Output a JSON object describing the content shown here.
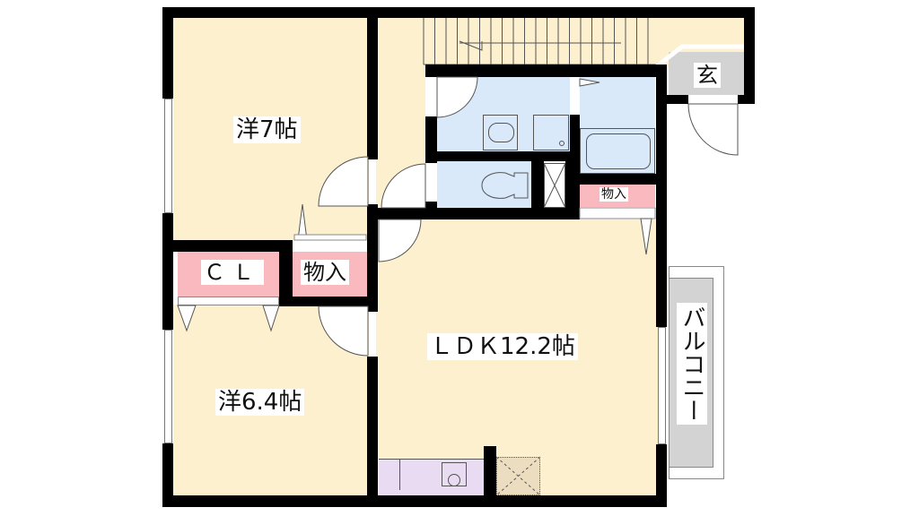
{
  "floorplan": {
    "rooms": {
      "western_7": {
        "label": "洋7帖"
      },
      "western_6_4": {
        "label": "洋6.4帖"
      },
      "ldk": {
        "label": "ＬＤＫ12.2帖"
      },
      "closet": {
        "label": "ＣＬ"
      },
      "storage_left": {
        "label": "物入"
      },
      "storage_right": {
        "label": "物入"
      },
      "entrance": {
        "label": "玄"
      },
      "balcony": {
        "label": "バルコニー"
      }
    },
    "colors": {
      "wall": "#000000",
      "floor": "#fdf0cf",
      "wet_area": "#d9e9fa",
      "storage": "#f9b9bf",
      "entrance_balcony": "#d3d3d3",
      "kitchen": "#e9dcf2"
    }
  }
}
